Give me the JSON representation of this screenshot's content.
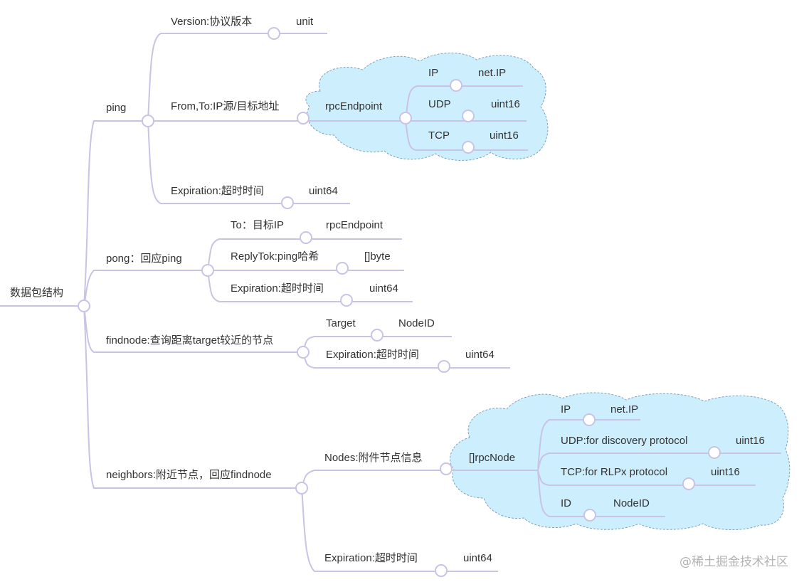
{
  "colors": {
    "line": "#c9c3e6",
    "cloud_fill": "#cdeefc",
    "cloud_stroke": "#7fa3bd",
    "text": "#333333",
    "node_fill": "#ffffff"
  },
  "root": {
    "label": "数据包结构"
  },
  "ping": {
    "label": "ping",
    "version": {
      "label": "Version:协议版本",
      "type": "unit"
    },
    "from_to": {
      "label": "From,To:IP源/目标地址",
      "type": "rpcEndpoint"
    },
    "rpc_endpoint_fields": [
      {
        "name": "IP",
        "type": "net.IP"
      },
      {
        "name": "UDP",
        "type": "uint16"
      },
      {
        "name": "TCP",
        "type": "uint16"
      }
    ],
    "expiration": {
      "label": "Expiration:超时时间",
      "type": "uint64"
    }
  },
  "pong": {
    "label": "pong：回应ping",
    "to": {
      "label": "To：目标IP",
      "type": "rpcEndpoint"
    },
    "reply_tok": {
      "label": "ReplyTok:ping哈希",
      "type": "[]byte"
    },
    "expiration": {
      "label": "Expiration:超时时间",
      "type": "uint64"
    }
  },
  "findnode": {
    "label": "findnode:查询距离target较近的节点",
    "target": {
      "label": "Target",
      "type": "NodeID"
    },
    "expiration": {
      "label": "Expiration:超时时间",
      "type": "uint64"
    }
  },
  "neighbors": {
    "label": "neighbors:附近节点，回应findnode",
    "nodes": {
      "label": "Nodes:附件节点信息",
      "type": "[]rpcNode"
    },
    "rpc_node_fields": [
      {
        "name": "IP",
        "type": "net.IP"
      },
      {
        "name": "UDP:for discovery protocol",
        "type": "uint16"
      },
      {
        "name": "TCP:for RLPx protocol",
        "type": "uint16"
      },
      {
        "name": "ID",
        "type": "NodeID"
      }
    ],
    "expiration": {
      "label": "Expiration:超时时间",
      "type": "uint64"
    }
  },
  "watermark": "@稀土掘金技术社区"
}
